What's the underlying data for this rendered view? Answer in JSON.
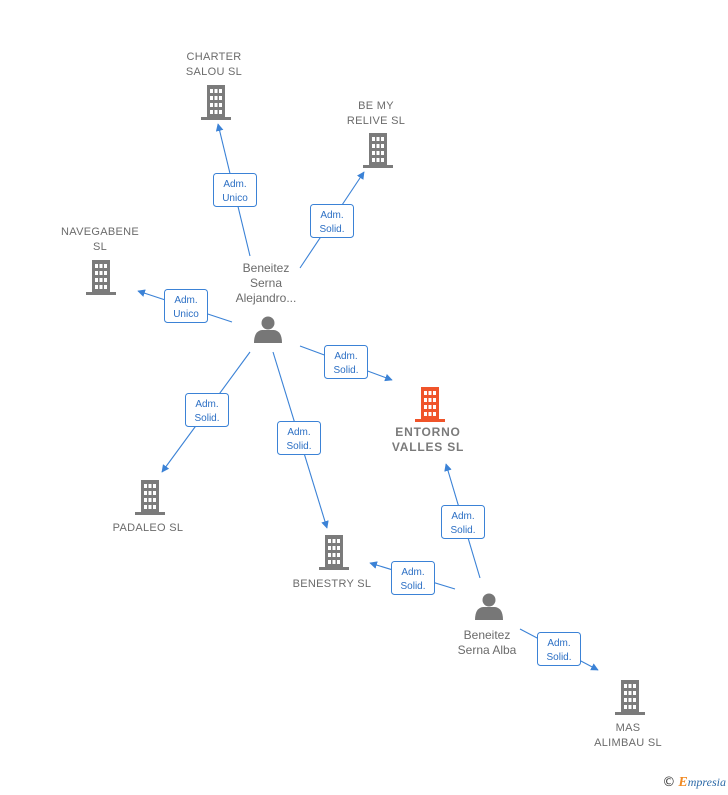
{
  "companies": [
    {
      "id": "charter",
      "lines": [
        "CHARTER",
        "SALOU  SL"
      ],
      "color": "#7b7b7b"
    },
    {
      "id": "bemy",
      "lines": [
        "BE MY",
        "RELIVE  SL"
      ],
      "color": "#7b7b7b"
    },
    {
      "id": "navegabene",
      "lines": [
        "NAVEGABENE",
        "SL"
      ],
      "color": "#7b7b7b"
    },
    {
      "id": "entorno",
      "lines": [
        "ENTORNO",
        "VALLES  SL"
      ],
      "color": "#f0542a",
      "main": true
    },
    {
      "id": "padaleo",
      "lines": [
        "PADALEO  SL"
      ],
      "color": "#7b7b7b"
    },
    {
      "id": "benestry",
      "lines": [
        "BENESTRY SL"
      ],
      "color": "#7b7b7b"
    },
    {
      "id": "masalimbau",
      "lines": [
        "MAS",
        "ALIMBAU  SL"
      ],
      "color": "#7b7b7b"
    }
  ],
  "persons": [
    {
      "id": "alejandro",
      "lines": [
        "Beneitez",
        "Serna",
        "Alejandro..."
      ]
    },
    {
      "id": "alba",
      "lines": [
        "Beneitez",
        "Serna Alba"
      ]
    }
  ],
  "edges": [
    {
      "id": "alejandro-charter",
      "lines": [
        "Adm.",
        "Unico"
      ]
    },
    {
      "id": "alejandro-bemy",
      "lines": [
        "Adm.",
        "Solid."
      ]
    },
    {
      "id": "alejandro-navegabene",
      "lines": [
        "Adm.",
        "Unico"
      ]
    },
    {
      "id": "alejandro-entorno",
      "lines": [
        "Adm.",
        "Solid."
      ]
    },
    {
      "id": "alejandro-padaleo",
      "lines": [
        "Adm.",
        "Solid."
      ]
    },
    {
      "id": "alejandro-benestry",
      "lines": [
        "Adm.",
        "Solid."
      ]
    },
    {
      "id": "alba-entorno",
      "lines": [
        "Adm.",
        "Solid."
      ]
    },
    {
      "id": "alba-benestry",
      "lines": [
        "Adm.",
        "Solid."
      ]
    },
    {
      "id": "alba-masalimbau",
      "lines": [
        "Adm.",
        "Solid."
      ]
    }
  ],
  "footer": {
    "copyright": "©",
    "brand_initial": "E",
    "brand_rest": "mpresia"
  }
}
